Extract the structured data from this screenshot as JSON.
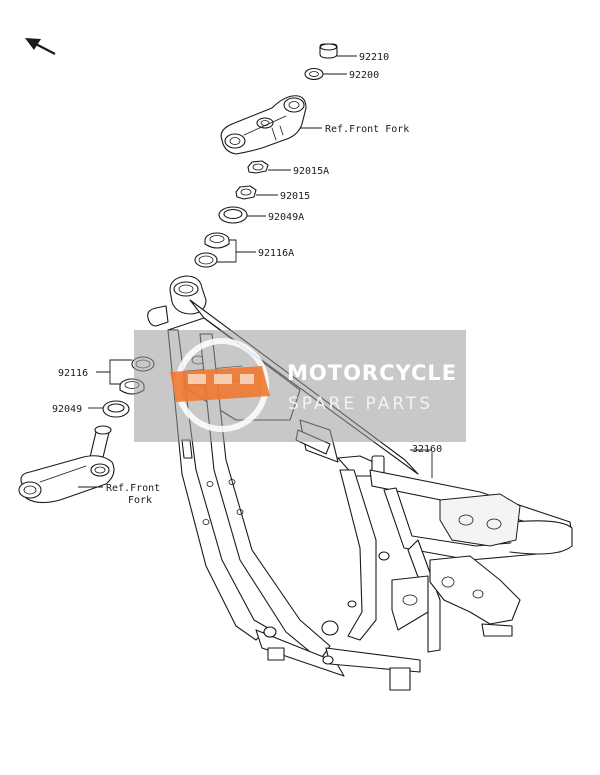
{
  "diagram": {
    "parts": {
      "p92210": "92210",
      "p92200": "92200",
      "ref_front_fork_top": "Ref.Front Fork",
      "p92015A": "92015A",
      "p92015": "92015",
      "p92049A": "92049A",
      "p92116A": "92116A",
      "p92116": "92116",
      "p92049": "92049",
      "ref_front_fork_bottom_1": "Ref.Front",
      "ref_front_fork_bottom_2": "Fork",
      "p32160": "32160"
    },
    "watermark": {
      "line1": "MOTORCYCLE",
      "line2": "SPARE PARTS",
      "brand_color": "#f07830"
    },
    "icons": {
      "orientation": "front-direction-arrow-icon"
    }
  }
}
